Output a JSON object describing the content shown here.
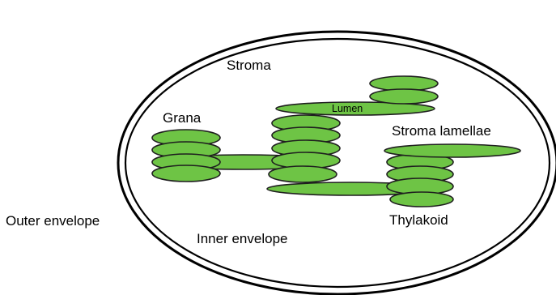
{
  "labels": {
    "stroma": "Stroma",
    "grana": "Grana",
    "lumen": "Lumen",
    "stroma_lamellae": "Stroma lamellae",
    "outer_envelope": "Outer envelope",
    "thylakoid": "Thylakoid",
    "inner_envelope": "Inner envelope"
  },
  "colors": {
    "thylakoid_fill": "#6ec445",
    "thylakoid_outline": "#1f1f1f",
    "envelope_stroke": "#000000",
    "background": "#ffffff"
  }
}
